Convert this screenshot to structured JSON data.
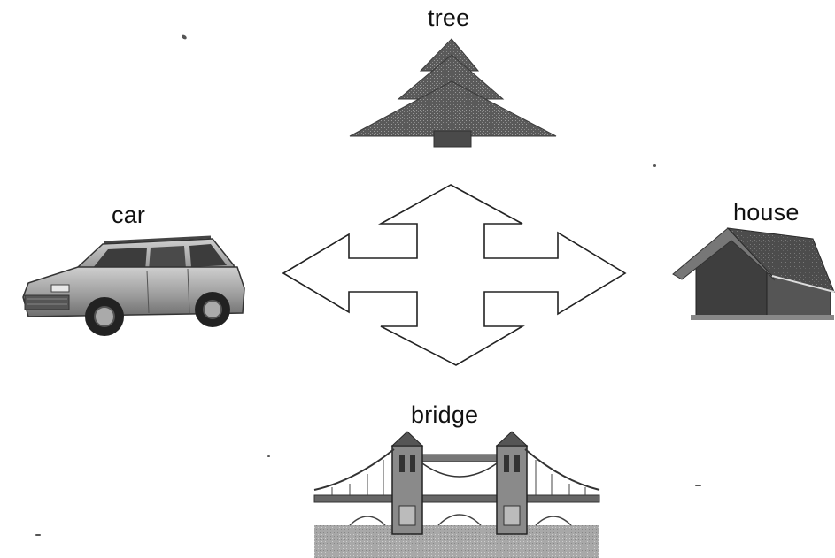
{
  "labels": {
    "tree": "tree",
    "car": "car",
    "house": "house",
    "bridge": "bridge"
  },
  "icons": {
    "tree": "pine-tree-icon",
    "car": "suv-car-icon",
    "house": "house-icon",
    "bridge": "tower-bridge-icon",
    "center": "four-way-arrow-icon"
  }
}
